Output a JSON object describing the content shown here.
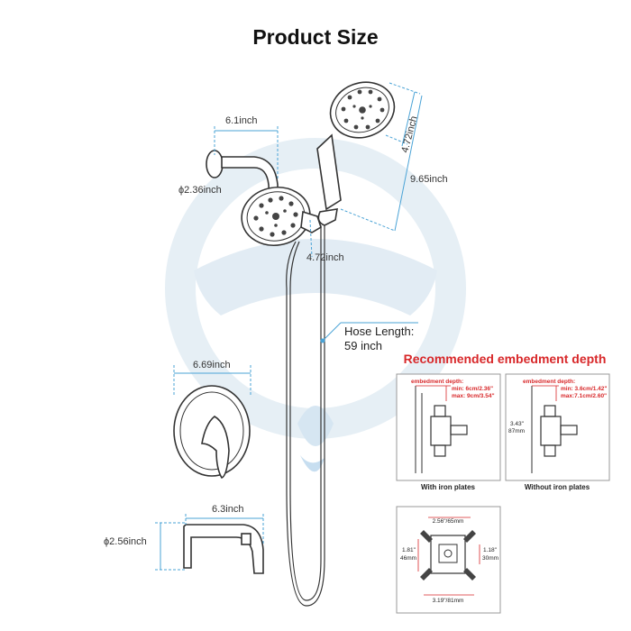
{
  "title": "Product Size",
  "dimensions": {
    "arm_length": "6.1inch",
    "flange_diameter": "ϕ2.36inch",
    "handheld_diameter": "4.72inch",
    "handheld_length": "9.65inch",
    "fixed_head_diameter": "4.72inch",
    "hose_length_label": "Hose Length:",
    "hose_length_value": "59 inch",
    "trim_width": "6.69inch",
    "spout_length": "6.3inch",
    "spout_diameter": "ϕ2.56inch"
  },
  "embedment": {
    "heading": "Recommended embedment depth",
    "iron": {
      "label": "embedment depth:",
      "min": "min: 6cm/2.36\"",
      "max": "max: 9cm/3.54\"",
      "caption": "With iron plates"
    },
    "no_iron": {
      "label": "embedment depth:",
      "min": "min: 3.6cm/1.42\"",
      "max": "max:7.1cm/2.60\"",
      "side_in": "3.43\"",
      "side_mm": "87mm",
      "caption": "Without iron plates"
    }
  },
  "valve": {
    "top": "2.56\"/65mm",
    "left_in": "1.81\"",
    "left_mm": "46mm",
    "right_in": "1.18\"",
    "right_mm": "30mm",
    "bottom": "3.19\"/81mm"
  },
  "colors": {
    "dimension": "#4aa3d6",
    "heading_red": "#d8282a",
    "watermark": "#e4eef5",
    "watermark_drop": "#c7def0"
  }
}
